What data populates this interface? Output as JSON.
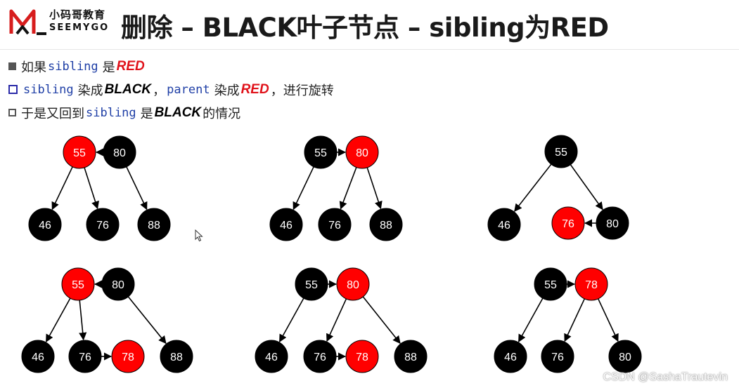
{
  "header": {
    "logo_cn": "小码哥教育",
    "logo_en": "SEEMYGO",
    "title": "删除 – BLACK叶子节点 – sibling为RED"
  },
  "bullets": [
    {
      "marker": "filled",
      "parts": [
        {
          "t": "如果 ",
          "s": "cn"
        },
        {
          "t": "sibling",
          "s": "code"
        },
        {
          "t": "是 ",
          "s": "cn"
        },
        {
          "t": "RED",
          "s": "red"
        }
      ]
    },
    {
      "marker": "hollow-blue",
      "parts": [
        {
          "t": "sibling",
          "s": "code"
        },
        {
          "t": "染成 ",
          "s": "cn"
        },
        {
          "t": "BLACK",
          "s": "black"
        },
        {
          "t": "，",
          "s": "cn"
        },
        {
          "t": "parent",
          "s": "code"
        },
        {
          "t": "染成 ",
          "s": "cn"
        },
        {
          "t": "RED",
          "s": "red"
        },
        {
          "t": "，进行旋转",
          "s": "cn"
        }
      ]
    },
    {
      "marker": "hollow-gray",
      "parts": [
        {
          "t": "于是又回到 ",
          "s": "cn"
        },
        {
          "t": "sibling",
          "s": "code"
        },
        {
          "t": "是 ",
          "s": "cn"
        },
        {
          "t": "BLACK",
          "s": "black"
        },
        {
          "t": "  的情况",
          "s": "cn"
        }
      ]
    }
  ],
  "colors": {
    "red_node": "#ff0000",
    "black_node": "#000000",
    "node_text": "#ffffff",
    "edge": "#000000",
    "red_text": "#e0121a",
    "code_text": "#1f3fa6"
  },
  "diagrams": [
    {
      "name": "top-left",
      "nodes": [
        {
          "id": "a",
          "label": "55",
          "color": "red"
        },
        {
          "id": "b",
          "label": "80",
          "color": "black"
        },
        {
          "id": "c",
          "label": "46",
          "color": "black"
        },
        {
          "id": "d",
          "label": "76",
          "color": "black"
        },
        {
          "id": "e",
          "label": "88",
          "color": "black"
        }
      ],
      "edges": [
        {
          "from": "b",
          "to": "a",
          "kind": "horizontal-arrow"
        },
        {
          "from": "a",
          "to": "c",
          "kind": "arrow"
        },
        {
          "from": "a",
          "to": "d",
          "kind": "arrow"
        },
        {
          "from": "b",
          "to": "e",
          "kind": "arrow"
        }
      ]
    },
    {
      "name": "top-middle",
      "nodes": [
        {
          "id": "a",
          "label": "55",
          "color": "black"
        },
        {
          "id": "b",
          "label": "80",
          "color": "red"
        },
        {
          "id": "c",
          "label": "46",
          "color": "black"
        },
        {
          "id": "d",
          "label": "76",
          "color": "black"
        },
        {
          "id": "e",
          "label": "88",
          "color": "black"
        }
      ],
      "edges": [
        {
          "from": "a",
          "to": "b",
          "kind": "horizontal-arrow"
        },
        {
          "from": "a",
          "to": "c",
          "kind": "arrow"
        },
        {
          "from": "b",
          "to": "d",
          "kind": "arrow"
        },
        {
          "from": "b",
          "to": "e",
          "kind": "arrow"
        }
      ]
    },
    {
      "name": "top-right",
      "nodes": [
        {
          "id": "a",
          "label": "55",
          "color": "black"
        },
        {
          "id": "b",
          "label": "46",
          "color": "black"
        },
        {
          "id": "c",
          "label": "76",
          "color": "red"
        },
        {
          "id": "d",
          "label": "80",
          "color": "black"
        }
      ],
      "edges": [
        {
          "from": "a",
          "to": "b",
          "kind": "arrow"
        },
        {
          "from": "a",
          "to": "d",
          "kind": "arrow"
        },
        {
          "from": "d",
          "to": "c",
          "kind": "horizontal-arrow"
        }
      ]
    },
    {
      "name": "bottom-left",
      "nodes": [
        {
          "id": "a",
          "label": "55",
          "color": "red"
        },
        {
          "id": "b",
          "label": "80",
          "color": "black"
        },
        {
          "id": "c",
          "label": "46",
          "color": "black"
        },
        {
          "id": "d",
          "label": "76",
          "color": "black"
        },
        {
          "id": "f",
          "label": "78",
          "color": "red"
        },
        {
          "id": "e",
          "label": "88",
          "color": "black"
        }
      ],
      "edges": [
        {
          "from": "b",
          "to": "a",
          "kind": "horizontal-arrow"
        },
        {
          "from": "a",
          "to": "c",
          "kind": "arrow"
        },
        {
          "from": "a",
          "to": "d",
          "kind": "arrow"
        },
        {
          "from": "d",
          "to": "f",
          "kind": "horizontal-arrow"
        },
        {
          "from": "b",
          "to": "e",
          "kind": "arrow"
        }
      ]
    },
    {
      "name": "bottom-middle",
      "nodes": [
        {
          "id": "a",
          "label": "55",
          "color": "black"
        },
        {
          "id": "b",
          "label": "80",
          "color": "red"
        },
        {
          "id": "c",
          "label": "46",
          "color": "black"
        },
        {
          "id": "d",
          "label": "76",
          "color": "black"
        },
        {
          "id": "f",
          "label": "78",
          "color": "red"
        },
        {
          "id": "e",
          "label": "88",
          "color": "black"
        }
      ],
      "edges": [
        {
          "from": "a",
          "to": "b",
          "kind": "horizontal-arrow"
        },
        {
          "from": "a",
          "to": "c",
          "kind": "arrow"
        },
        {
          "from": "b",
          "to": "d",
          "kind": "arrow"
        },
        {
          "from": "d",
          "to": "f",
          "kind": "horizontal-arrow"
        },
        {
          "from": "b",
          "to": "e",
          "kind": "arrow"
        }
      ]
    },
    {
      "name": "bottom-right",
      "nodes": [
        {
          "id": "a",
          "label": "55",
          "color": "black"
        },
        {
          "id": "b",
          "label": "78",
          "color": "red"
        },
        {
          "id": "c",
          "label": "46",
          "color": "black"
        },
        {
          "id": "d",
          "label": "76",
          "color": "black"
        },
        {
          "id": "e",
          "label": "80",
          "color": "black"
        }
      ],
      "edges": [
        {
          "from": "a",
          "to": "b",
          "kind": "horizontal-arrow"
        },
        {
          "from": "a",
          "to": "c",
          "kind": "arrow"
        },
        {
          "from": "b",
          "to": "d",
          "kind": "arrow"
        },
        {
          "from": "b",
          "to": "e",
          "kind": "arrow"
        }
      ]
    }
  ],
  "watermark": "CSDN @SashaTrautevin"
}
